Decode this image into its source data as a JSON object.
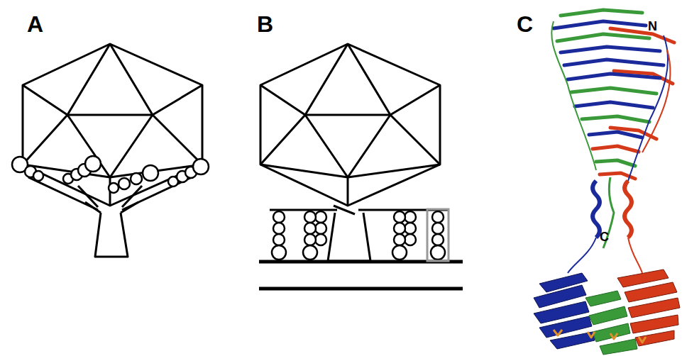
{
  "diagram": {
    "labels": [
      "A",
      "B",
      "C",
      "N",
      "C"
    ]
  }
}
